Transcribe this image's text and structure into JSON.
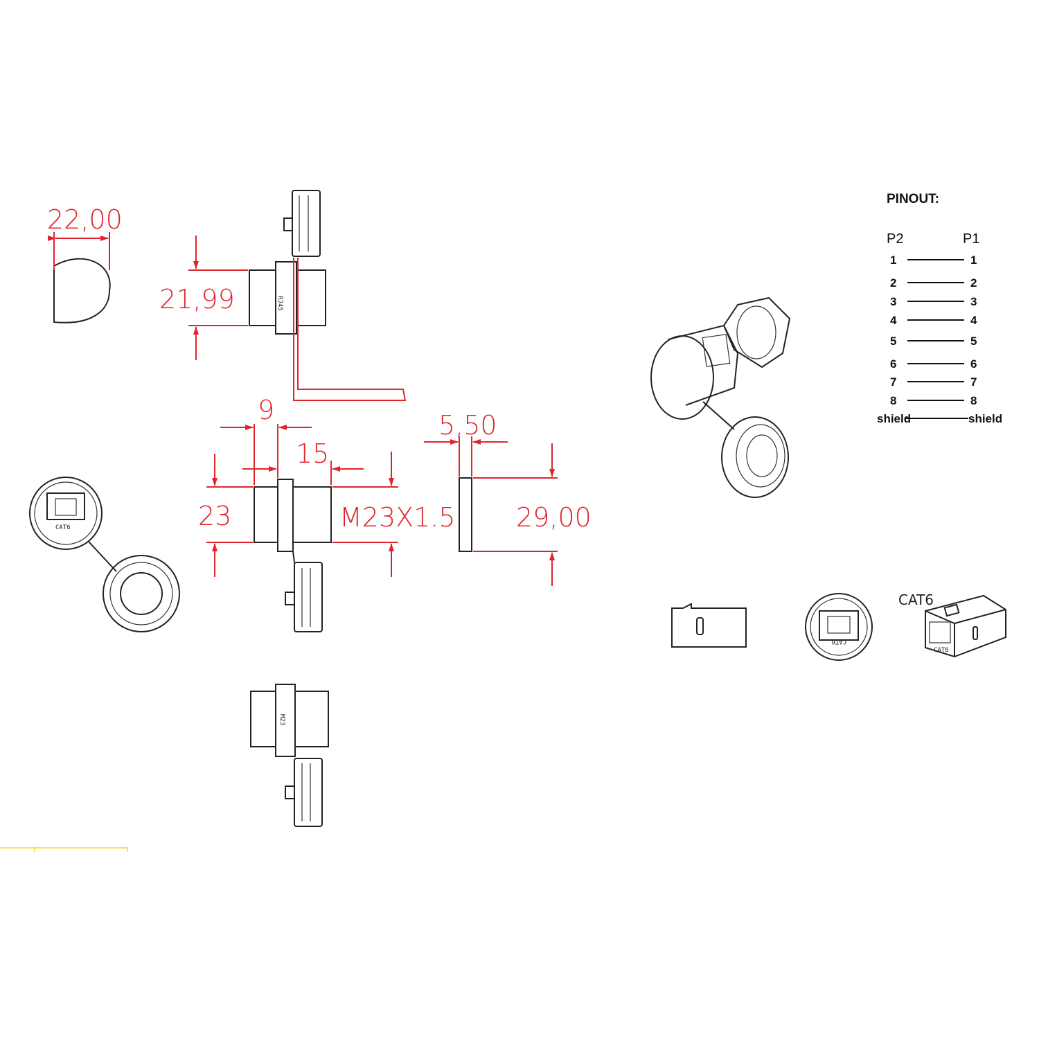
{
  "dimensions": {
    "round_diameter": "22,00",
    "side_height": "21,99",
    "thread_len_a": "9",
    "thread_len_b": "15",
    "thread_dia": "23",
    "thread_spec": "M23X1.5",
    "cap_thickness": "5,50",
    "cap_height": "29,00"
  },
  "pinout": {
    "title": "PINOUT:",
    "left_header": "P2",
    "right_header": "P1",
    "pins": [
      {
        "left": "1",
        "right": "1"
      },
      {
        "left": "2",
        "right": "2"
      },
      {
        "left": "3",
        "right": "3"
      },
      {
        "left": "4",
        "right": "4"
      },
      {
        "left": "5",
        "right": "5"
      },
      {
        "left": "6",
        "right": "6"
      },
      {
        "left": "7",
        "right": "7"
      },
      {
        "left": "8",
        "right": "8"
      },
      {
        "left": "shield",
        "right": "shield"
      }
    ]
  },
  "labels": {
    "cat6_small": "CAT6",
    "coupler_label": "CAT6",
    "coupler_body": "CAT6",
    "front_port": "CAT6",
    "body_mark_a": "RJ45",
    "body_mark_b": "M23"
  }
}
